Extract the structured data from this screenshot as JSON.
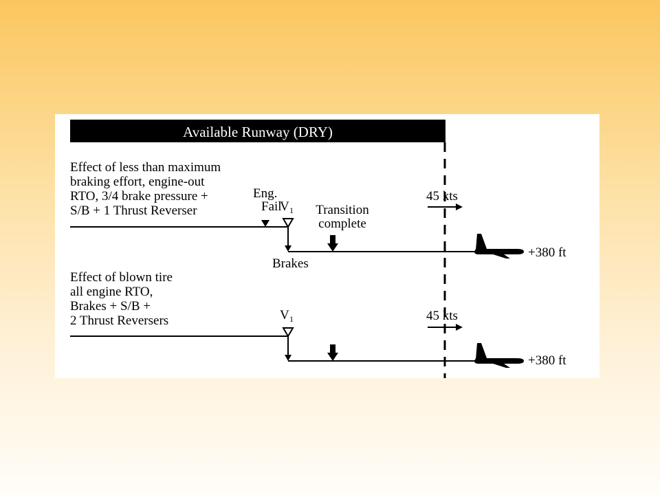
{
  "header": {
    "title": "Available Runway (DRY)",
    "bar_color": "#000000",
    "title_color": "#ffffff"
  },
  "scenario1": {
    "description_lines": [
      "Effect of less than maximum",
      "braking effort, engine-out",
      "RTO, 3/4 brake pressure +",
      "S/B + 1 Thrust Reverser"
    ],
    "eng_label": "Eng.",
    "fail_label": "Fail",
    "v1_label": "V",
    "v1_sub": "1",
    "transition_label_1": "Transition",
    "transition_label_2": "complete",
    "brakes_label": "Brakes",
    "speed_label": "45 kts",
    "overrun_label": "+380 ft",
    "airplane_icon": "airplane-icon"
  },
  "scenario2": {
    "description_lines": [
      "Effect of blown tire",
      "all engine RTO,",
      "Brakes + S/B +",
      "2 Thrust Reversers"
    ],
    "v1_label": "V",
    "v1_sub": "1",
    "speed_label": "45 kts",
    "overrun_label": "+380 ft",
    "airplane_icon": "airplane-icon"
  },
  "colors": {
    "background_top": "#fbc65e",
    "background_bottom": "#fffdf8",
    "panel": "#ffffff",
    "ink": "#000000"
  }
}
